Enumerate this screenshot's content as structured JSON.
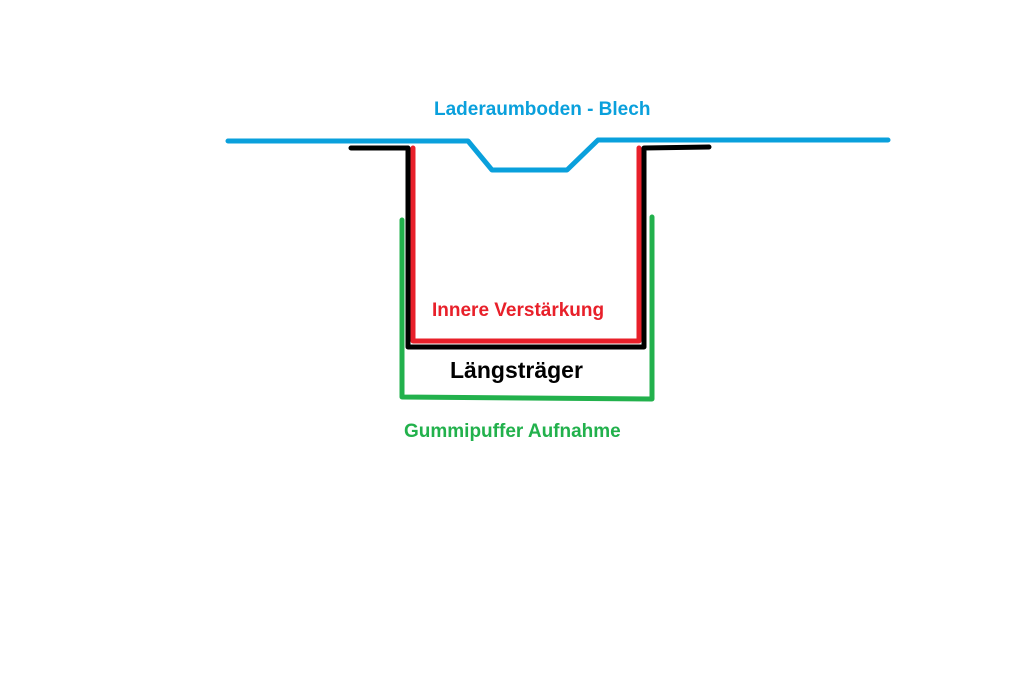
{
  "labels": {
    "floor_sheet": "Laderaumboden - Blech",
    "inner_reinforcement": "Innere Verstärkung",
    "longitudinal_member": "Längsträger",
    "rubber_buffer_mount": "Gummipuffer Aufnahme"
  },
  "colors": {
    "floor_sheet": "#0aa0dc",
    "inner_reinforcement": "#e8202a",
    "longitudinal_member": "#000000",
    "rubber_buffer_mount": "#22b14c"
  }
}
